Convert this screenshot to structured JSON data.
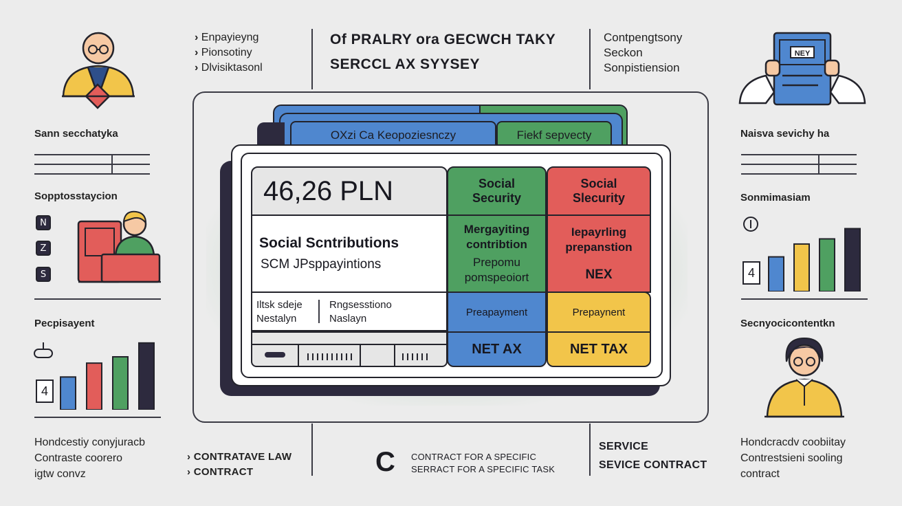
{
  "header": {
    "left_list": [
      "Enpayieyng",
      "Pionsotiny",
      "Dlvisiktasonl"
    ],
    "center_title_1": "Of PRALRY ora GECWCH TAKY",
    "center_title_2": "SERCCL AX SYYSEY",
    "right_list": [
      "Contpengtsony",
      "Seckon",
      "Sonpistiension"
    ]
  },
  "left_panel": {
    "label_1": "Sann secchatyka",
    "label_2": "Sopptosstaycion",
    "icons": [
      "N",
      "Z",
      "S"
    ],
    "label_3": "Pecpisayent",
    "chart_axis": "4",
    "footer": [
      "Hondcestiy conyjuracb",
      "Contraste coorero",
      "igtw convz"
    ]
  },
  "right_panel": {
    "document_label": "NEY",
    "label_1": "Naisva sevichy ha",
    "label_2": "Sonmimasiam",
    "chart_axis": "4",
    "label_3": "Secnyocicontentkn",
    "footer": [
      "Hondcracdv coobiitay",
      "Contrestsieni sooling",
      "contract"
    ]
  },
  "center": {
    "tab_blue": "OXzi Ca Keopoziesnczy",
    "tab_green": "Fiekf sepvecty",
    "amount": "46,26 PLN",
    "sc_title": "Social Scntributions",
    "sc_sub": "SCM JPsppayintions",
    "mini_1a": "Iltsk sdeje",
    "mini_1b": "Nestalyn",
    "mini_2a": "Rngsesstiono",
    "mini_2b": "Naslayn",
    "col_green": [
      "Social Security",
      "Mergayiting contribtion",
      "Prepomu pomspeoiort",
      "Preapayment",
      "NET AX"
    ],
    "col_red": [
      "Social Slecurity",
      "Iepayrling prepanstion",
      "NEX",
      "Prepaynent",
      "NET TAX"
    ]
  },
  "bottom": {
    "left_list": [
      "CONTRATAVE LAW",
      "CONTRACT"
    ],
    "center_letter": "C",
    "center_text": [
      "CONTRACT FOR A SPECIFIC",
      "SERRACT FOR A SPECIFIC TASK"
    ],
    "right_text": [
      "SERVICE",
      "SEVICE CONTRACT"
    ]
  },
  "colors": {
    "green": "#4fa061",
    "red": "#e25d5a",
    "blue": "#4f87cf",
    "yellow": "#f2c54a",
    "dark": "#2d2a3e"
  },
  "chart_data": [
    {
      "type": "bar",
      "categories": [
        "",
        "",
        "",
        ""
      ],
      "values": [
        2.6,
        3.7,
        4.2,
        5.3
      ],
      "colors": [
        "#4f87cf",
        "#e25d5a",
        "#4fa061",
        "#2d2a3e"
      ],
      "ylim": [
        0,
        6
      ],
      "grid": false
    },
    {
      "type": "bar",
      "categories": [
        "",
        "",
        "",
        ""
      ],
      "values": [
        2.7,
        3.7,
        4.1,
        4.9
      ],
      "colors": [
        "#4f87cf",
        "#f2c54a",
        "#4fa061",
        "#2d2a3e"
      ],
      "ylim": [
        0,
        6
      ],
      "grid": false
    }
  ]
}
